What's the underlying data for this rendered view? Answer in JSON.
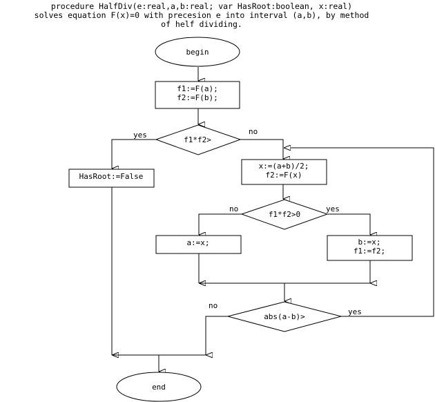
{
  "header": {
    "line1": "procedure HalfDiv(e:real,a,b:real; var HasRoot:boolean, x:real)",
    "line2": "solves equation F(x)=0 with precesion e into interval (a,b), by method",
    "line3": "of helf dividing."
  },
  "nodes": {
    "begin": "begin",
    "init_1": "f1:=F(a);",
    "init_2": "f2:=F(b);",
    "cond1": "f1*f2>",
    "noroot": "HasRoot:=False",
    "mid_1": "x:=(a+b)/2;",
    "mid_2": "f2:=F(x)",
    "cond2": "f1*f2>0",
    "assign_a": "a:=x;",
    "assign_b_1": "b:=x;",
    "assign_b_2": "f1:=f2;",
    "cond3": "abs(a-b)>",
    "end": "end"
  },
  "edge_labels": {
    "cond1_yes": "yes",
    "cond1_no": "no",
    "cond2_no": "no",
    "cond2_yes": "yes",
    "cond3_no": "no",
    "cond3_yes": "yes"
  }
}
